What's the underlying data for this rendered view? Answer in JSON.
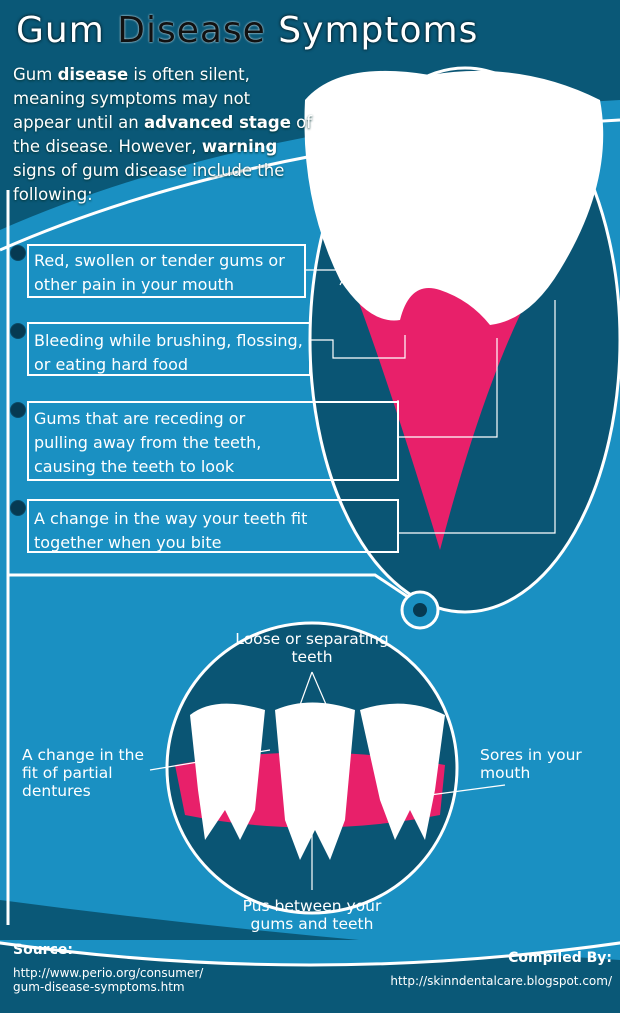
{
  "title": {
    "part1": "Gum",
    "part2": "Disease",
    "part3": "Symptoms"
  },
  "intro": [
    {
      "t": "Gum ",
      "b": false
    },
    {
      "t": "disease",
      "b": true
    },
    {
      "t": " is often silent, meaning symptoms may not appear until an ",
      "b": false
    },
    {
      "t": "advanced stage",
      "b": true
    },
    {
      "t": " of the disease. However, ",
      "b": false
    },
    {
      "t": "warning",
      "b": true
    },
    {
      "t": " signs of gum disease include the following:",
      "b": false
    }
  ],
  "symptoms": [
    "Red, swollen or tender gums or other pain in your mouth",
    "Bleeding while brushing, flossing, or eating hard food",
    "Gums that are receding or pulling away from the teeth, causing the teeth to look",
    "A change in the way your teeth fit together when you bite"
  ],
  "diagram_labels": {
    "loose": "Loose or separating teeth",
    "dentures": "A change in the fit of partial dentures",
    "sores": "Sores in your mouth",
    "pus": "Pus between your gums and teeth"
  },
  "footer": {
    "source_label": "Source:",
    "source_url_line1": "http://www.perio.org/consumer/",
    "source_url_line2": "gum-disease-symptoms.htm",
    "compiled_label": "Compiled By:",
    "compiled_url": "http://skinndentalcare.blogspot.com/"
  },
  "colors": {
    "dark": "#0a5877",
    "light": "#1a90c2",
    "gum": "#e8206a",
    "tooth": "#ffffff"
  }
}
